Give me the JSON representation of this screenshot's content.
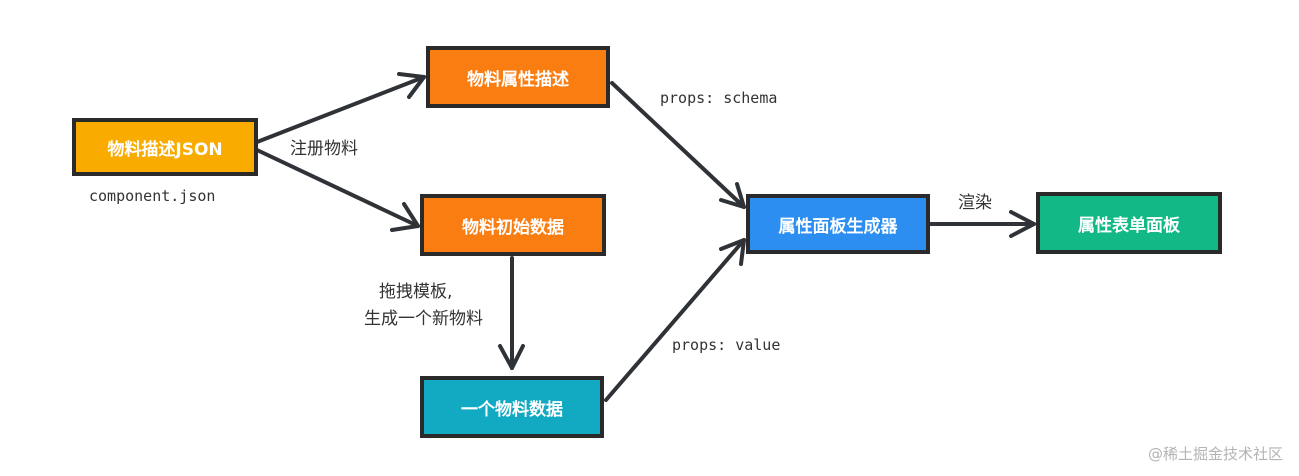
{
  "nodes": {
    "material_json": {
      "label": "物料描述JSON",
      "color": "#f9ab00"
    },
    "material_props": {
      "label": "物料属性描述",
      "color": "#fa7d12"
    },
    "material_init": {
      "label": "物料初始数据",
      "color": "#fa7d12"
    },
    "material_data": {
      "label": "一个物料数据",
      "color": "#12a9c3"
    },
    "panel_generator": {
      "label": "属性面板生成器",
      "color": "#2b8ef0"
    },
    "form_panel": {
      "label": "属性表单面板",
      "color": "#12b886"
    }
  },
  "labels": {
    "component_file": "component.json",
    "register": "注册物料",
    "props_schema": "props: schema",
    "props_value": "props: value",
    "drag_line1": "拖拽模板,",
    "drag_line2": "生成一个新物料",
    "render": "渲染"
  },
  "watermark": "@稀土掘金技术社区",
  "edges": [
    {
      "from": "material_json",
      "to": "material_props"
    },
    {
      "from": "material_json",
      "to": "material_init"
    },
    {
      "from": "material_init",
      "to": "material_data"
    },
    {
      "from": "material_props",
      "to": "panel_generator"
    },
    {
      "from": "material_data",
      "to": "panel_generator"
    },
    {
      "from": "panel_generator",
      "to": "form_panel"
    }
  ]
}
